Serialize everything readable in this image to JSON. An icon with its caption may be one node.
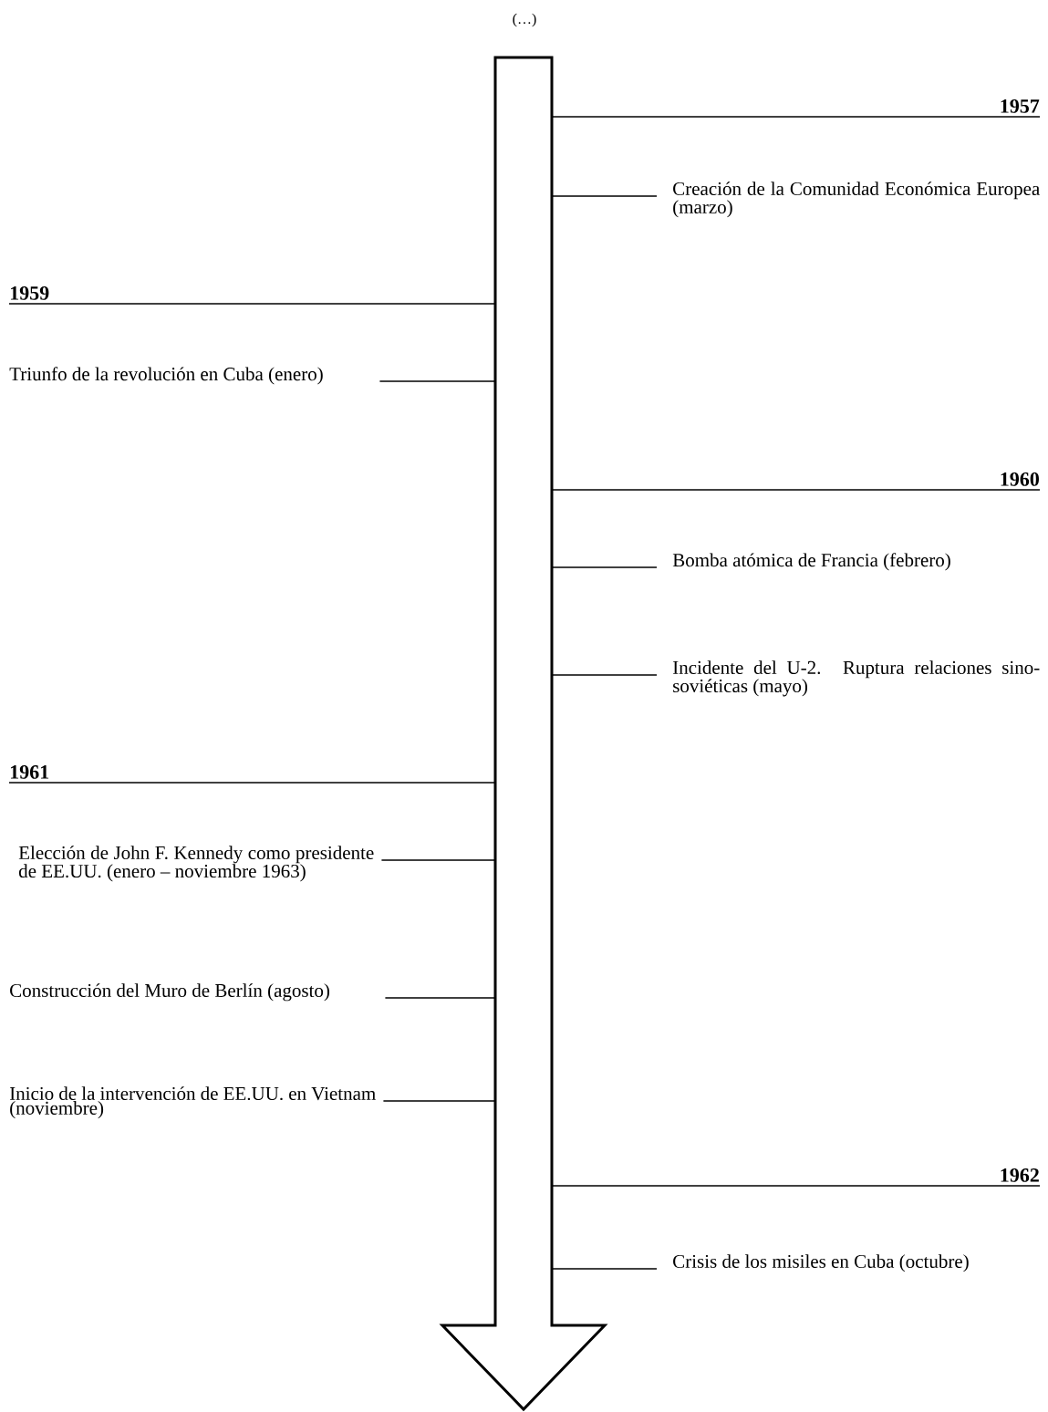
{
  "diagram": {
    "nodes": [
      {
        "text": [],
        "shape": "arrow"
      },
      {
        "text": [
          "1957"
        ]
      },
      {
        "text": [
          "Creación de la Comunidad Económica Europea (marzo)"
        ]
      },
      {
        "text": [
          "1959"
        ]
      },
      {
        "text": [
          "Triunfo de la revolución en Cuba (enero)"
        ]
      },
      {
        "text": [
          "1960"
        ]
      },
      {
        "text": [
          "Bomba atómica de Francia (febrero)"
        ]
      },
      {
        "text": [
          "Incidente del U-2. Ruptura relaciones sino-soviéticas (mayo)"
        ]
      },
      {
        "text": [
          "1961"
        ]
      },
      {
        "text": [
          "Elección de John F. Kennedy como presidente de EE.UU. (enero – noviembre 1963)"
        ]
      },
      {
        "text": [
          "Construcción del Muro de Berlín (agosto)"
        ]
      },
      {
        "text": [
          "Inicio de la intervención de EE.UU. en Vietnam (noviembre)"
        ]
      },
      {
        "text": [
          "1962"
        ]
      },
      {
        "text": [
          "Crisis de los misiles en Cuba (octubre)"
        ]
      }
    ],
    "edges": [
      {
        "from": 1,
        "to": 0,
        "arrow": "none"
      },
      {
        "from": 2,
        "to": 0,
        "arrow": "none"
      },
      {
        "from": 3,
        "to": 0,
        "arrow": "none"
      },
      {
        "from": 4,
        "to": 0,
        "arrow": "none"
      },
      {
        "from": 5,
        "to": 0,
        "arrow": "none"
      },
      {
        "from": 6,
        "to": 0,
        "arrow": "none"
      },
      {
        "from": 7,
        "to": 0,
        "arrow": "none"
      },
      {
        "from": 8,
        "to": 0,
        "arrow": "none"
      },
      {
        "from": 9,
        "to": 0,
        "arrow": "none"
      },
      {
        "from": 10,
        "to": 0,
        "arrow": "none"
      },
      {
        "from": 11,
        "to": 0,
        "arrow": "none"
      },
      {
        "from": 12,
        "to": 0,
        "arrow": "none"
      },
      {
        "from": 13,
        "to": 0,
        "arrow": "none"
      }
    ],
    "labels": [
      "(…)"
    ]
  }
}
